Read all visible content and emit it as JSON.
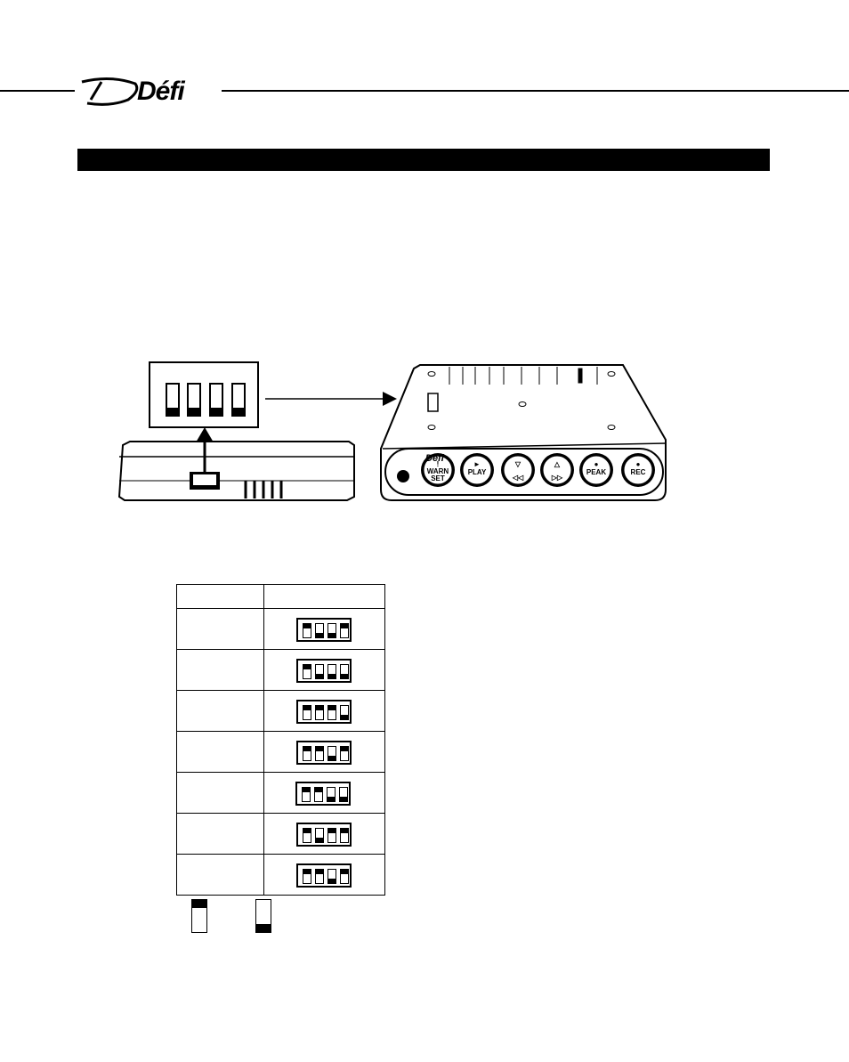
{
  "brand": {
    "logo_text": "Défi"
  },
  "device": {
    "buttons": [
      {
        "label": "WARN\nSET",
        "top_symbol": "!"
      },
      {
        "label": "PLAY",
        "top_symbol": "►"
      },
      {
        "label": "◁◁",
        "top_symbol": "▽"
      },
      {
        "label": "▷▷",
        "top_symbol": "△"
      },
      {
        "label": "PEAK",
        "top_symbol": "●"
      },
      {
        "label": "REC",
        "top_symbol": "●"
      }
    ],
    "brand_label": "Défi"
  },
  "dip_table": {
    "rows": [
      {
        "switches": [
          "on",
          "off",
          "off",
          "on"
        ]
      },
      {
        "switches": [
          "on",
          "off",
          "off",
          "off"
        ]
      },
      {
        "switches": [
          "on",
          "on",
          "on",
          "off"
        ]
      },
      {
        "switches": [
          "on",
          "on",
          "off",
          "on"
        ]
      },
      {
        "switches": [
          "on",
          "on",
          "off",
          "off"
        ]
      },
      {
        "switches": [
          "on",
          "off",
          "on",
          "on"
        ]
      },
      {
        "switches": [
          "on",
          "on",
          "off",
          "on"
        ]
      }
    ]
  },
  "colors": {
    "ink": "#000000",
    "paper": "#ffffff"
  }
}
